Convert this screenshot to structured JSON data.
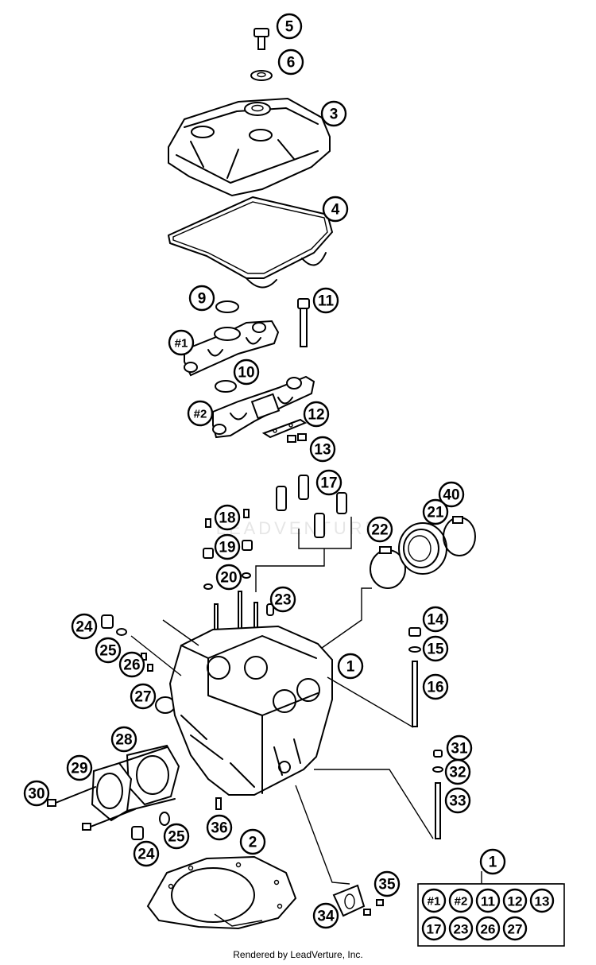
{
  "callouts": [
    {
      "id": "c5",
      "label": "5"
    },
    {
      "id": "c6",
      "label": "6"
    },
    {
      "id": "c3",
      "label": "3"
    },
    {
      "id": "c4",
      "label": "4"
    },
    {
      "id": "c9",
      "label": "9"
    },
    {
      "id": "c11",
      "label": "11"
    },
    {
      "id": "cH1",
      "label": "#1"
    },
    {
      "id": "c10",
      "label": "10"
    },
    {
      "id": "cH2",
      "label": "#2"
    },
    {
      "id": "c12",
      "label": "12"
    },
    {
      "id": "c13",
      "label": "13"
    },
    {
      "id": "c17",
      "label": "17"
    },
    {
      "id": "c40",
      "label": "40"
    },
    {
      "id": "c18",
      "label": "18"
    },
    {
      "id": "c21",
      "label": "21"
    },
    {
      "id": "c22",
      "label": "22"
    },
    {
      "id": "c19",
      "label": "19"
    },
    {
      "id": "c20",
      "label": "20"
    },
    {
      "id": "c23",
      "label": "23"
    },
    {
      "id": "c24a",
      "label": "24"
    },
    {
      "id": "c14",
      "label": "14"
    },
    {
      "id": "c25a",
      "label": "25"
    },
    {
      "id": "c15",
      "label": "15"
    },
    {
      "id": "c1",
      "label": "1"
    },
    {
      "id": "c26",
      "label": "26"
    },
    {
      "id": "c16",
      "label": "16"
    },
    {
      "id": "c27",
      "label": "27"
    },
    {
      "id": "c28",
      "label": "28"
    },
    {
      "id": "c31",
      "label": "31"
    },
    {
      "id": "c29",
      "label": "29"
    },
    {
      "id": "c32",
      "label": "32"
    },
    {
      "id": "c30",
      "label": "30"
    },
    {
      "id": "c33",
      "label": "33"
    },
    {
      "id": "c25b",
      "label": "25"
    },
    {
      "id": "c36",
      "label": "36"
    },
    {
      "id": "c2",
      "label": "2"
    },
    {
      "id": "c24b",
      "label": "24"
    },
    {
      "id": "c35",
      "label": "35"
    },
    {
      "id": "c34",
      "label": "34"
    },
    {
      "id": "ckit",
      "label": "1"
    }
  ],
  "kit_box": {
    "labels": [
      "#1",
      "#2",
      "11",
      "12",
      "13",
      "17",
      "23",
      "26",
      "27"
    ]
  },
  "watermark": "LEADVENTURE",
  "credit": "Rendered by LeadVerture, Inc."
}
